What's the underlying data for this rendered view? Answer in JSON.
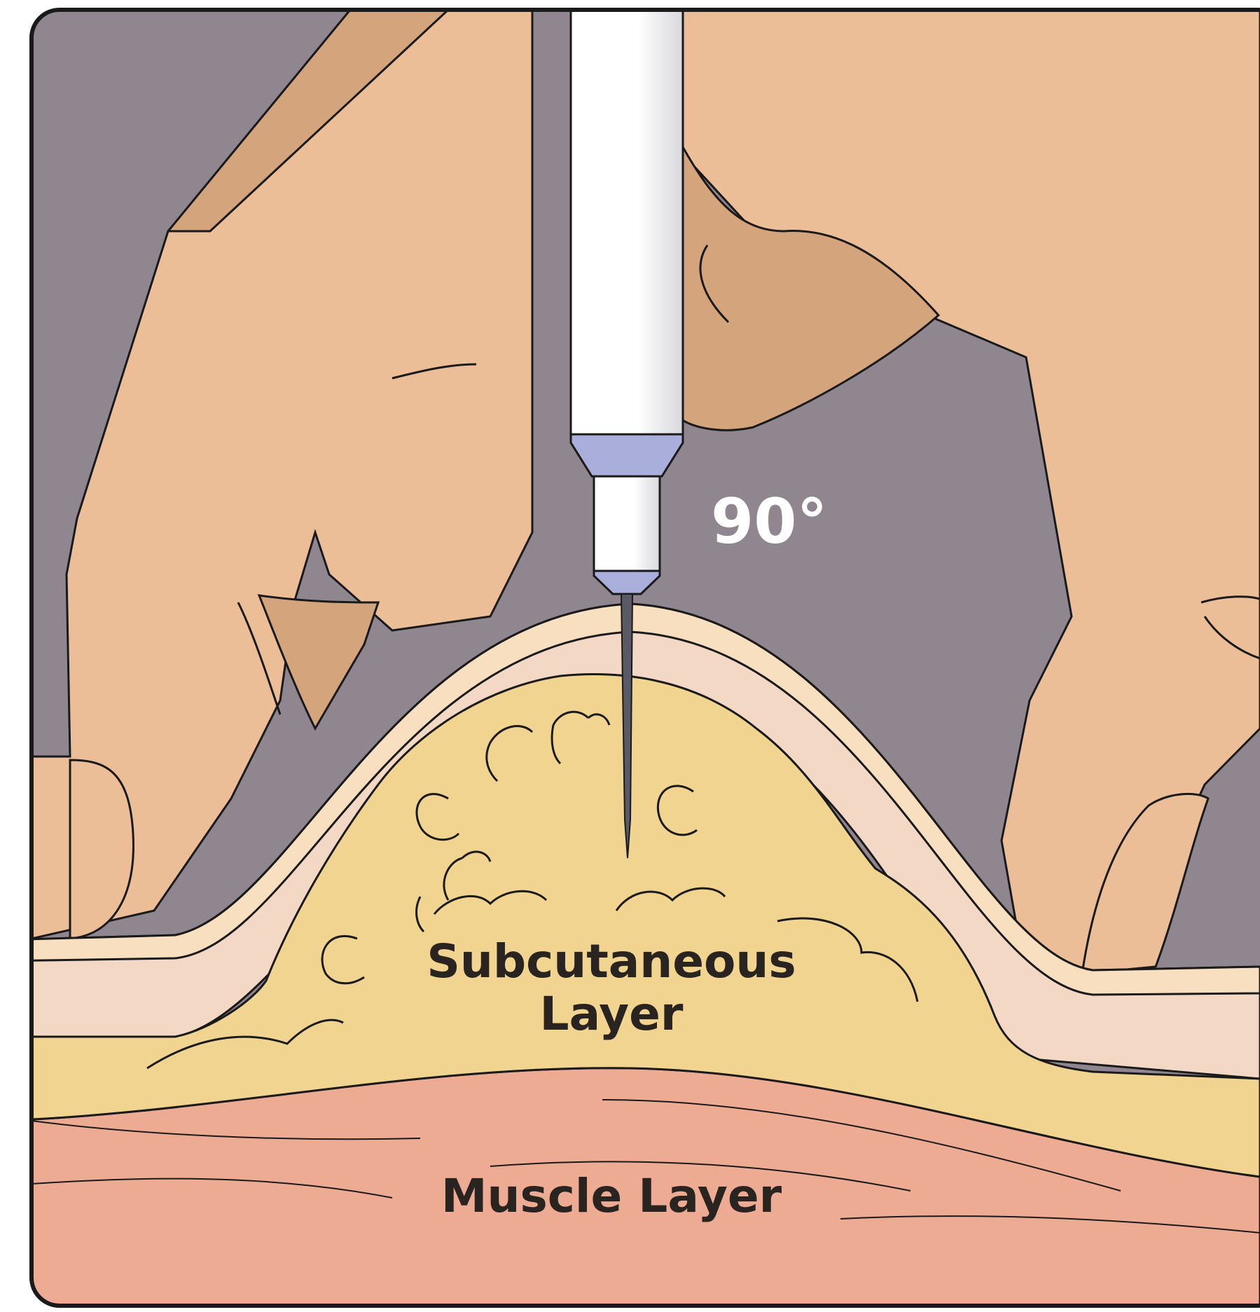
{
  "labels": {
    "angle": "90°",
    "subcutaneous_line1": "Subcutaneous",
    "subcutaneous_line2": "Layer",
    "muscle": "Muscle Layer"
  },
  "colors": {
    "background": "#8f868f",
    "skin_hand": "#ebbe98",
    "skin_hand_shadow": "#d4a47c",
    "skin_outer": "#f8dfc0",
    "dermis": "#f2d8c5",
    "fat": "#f0d48f",
    "muscle": "#eeab94",
    "pen_body": "#ffffff",
    "pen_accent": "#a9aedb",
    "needle": "#5a5a66",
    "outline": "#1a1a1a",
    "angle_text": "#ffffff",
    "label_text": "#2a2420"
  }
}
